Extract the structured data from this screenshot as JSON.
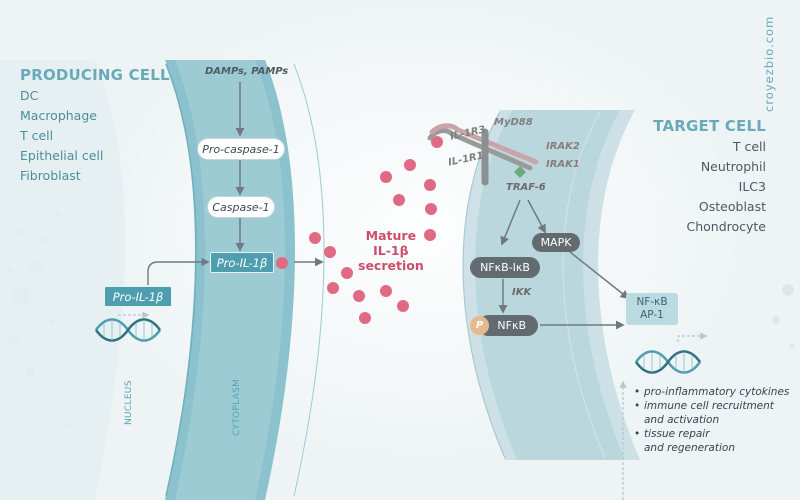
{
  "watermark": "croyezbio.com",
  "producing_cell": {
    "heading": "PRODUCING CELL",
    "cell_types": [
      "DC",
      "Macrophage",
      "T cell",
      "Epithelial cell",
      "Fibroblast"
    ]
  },
  "target_cell": {
    "heading": "TARGET CELL",
    "cell_types": [
      "T cell",
      "Neutrophil",
      "ILC3",
      "Osteoblast",
      "Chondrocyte"
    ]
  },
  "compartments": {
    "nucleus": "NUCLEUS",
    "cytoplasm": "CYTOPLASM"
  },
  "pathway_producer": {
    "trigger": "DAMPs, PAMPs",
    "pro_caspase": "Pro-caspase-1",
    "caspase": "Caspase-1",
    "pro_il1b_cyto": "Pro-IL-1β",
    "pro_il1b_nucleus": "Pro-IL-1β"
  },
  "secretion": {
    "line1": "Mature",
    "line2": "IL-1β",
    "line3": "secretion"
  },
  "receptor": {
    "il1r3": "IL-1R3",
    "il1r1": "IL-1R1",
    "myd88": "MyD88",
    "irak2": "IRAK2",
    "irak1": "IRAK1",
    "traf6": "TRAF-6"
  },
  "pathway_target": {
    "mapk": "MAPK",
    "nfkb_ikb": "NFκB-IκB",
    "ikk": "IKK",
    "p_label": "P",
    "nfkb": "NFκB",
    "tf_line1": "NF-κB",
    "tf_line2": "AP-1"
  },
  "effects": [
    {
      "lines": [
        "pro-inflammatory cytokines"
      ]
    },
    {
      "lines": [
        "immune cell recruitment",
        "and activation"
      ]
    },
    {
      "lines": [
        "tissue repair",
        "and regeneration"
      ]
    }
  ],
  "colors": {
    "background": "#eef4f5",
    "producer_membrane": "#8cc2cd",
    "target_membrane": "#c6dce3",
    "il1b_dot": "#e06a84",
    "teal_box": "#4e9eaf",
    "dark_pill": "#626b70"
  }
}
